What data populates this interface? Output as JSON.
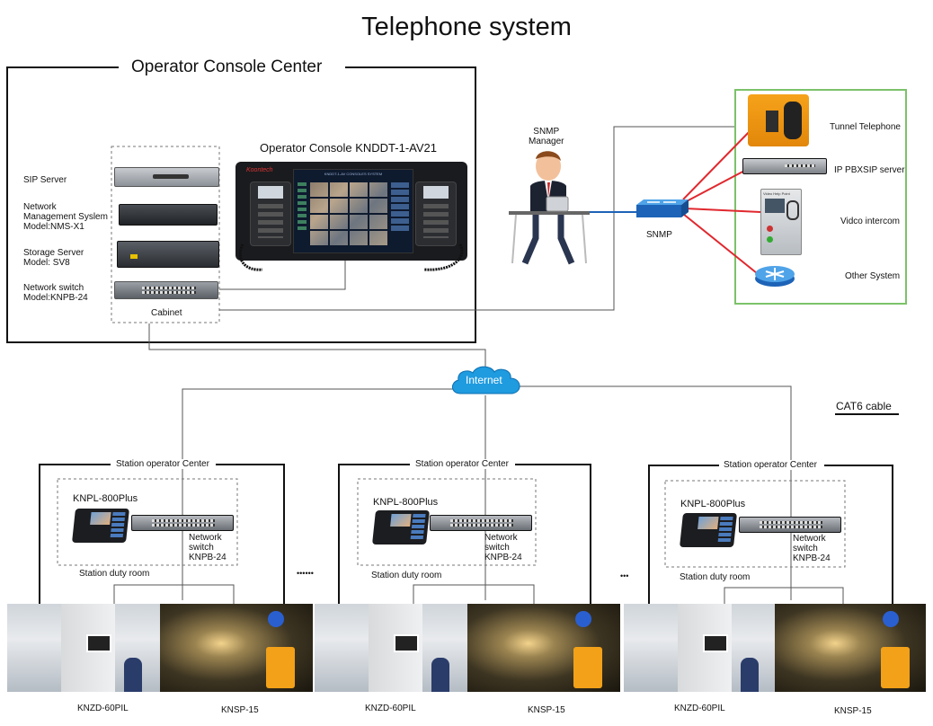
{
  "title": "Telephone system",
  "operator_center": {
    "title": "Operator Console Center",
    "cabinet_label": "Cabinet",
    "devices": [
      {
        "label": "SIP Server"
      },
      {
        "label": "Network\nManagement Syslem\nModel:NMS-X1"
      },
      {
        "label": "Storage Server\nModel: SV8"
      },
      {
        "label": "Network switch\nModel:KNPB-24"
      }
    ],
    "console": {
      "title": "Operator Console KNDDT-1-AV21",
      "screen_caption": "KNDDT-1-AV CONSOLES SYSTEM",
      "brand": "Koontech"
    }
  },
  "snmp": {
    "manager_label": "SNMP\nManager",
    "switch_label": "SNMP"
  },
  "external_systems": [
    {
      "label": "Tunnel Telephone",
      "icon": "tunnel-telephone-icon"
    },
    {
      "label": "IP PBXSIP server",
      "icon": "pbx-server-icon"
    },
    {
      "label": "Vidco intercom",
      "icon": "video-intercom-icon",
      "panel_text": "Video Help Point"
    },
    {
      "label": "Other System",
      "icon": "router-icon"
    }
  ],
  "internet_label": "Internet",
  "legend": {
    "cable_label": "CAT6 cable"
  },
  "stations": [
    {
      "title": "Station operator Center",
      "phone_label": "KNPL-800Plus",
      "switch_label": "Network\nswitch\nKNPB-24",
      "room_label": "Station duty room",
      "left_device": "KNZD-60PIL",
      "right_device": "KNSP-15"
    },
    {
      "title": "Station operator Center",
      "phone_label": "KNPL-800Plus",
      "switch_label": "Network\nswitch\nKNPB-24",
      "room_label": "Station duty room",
      "left_device": "KNZD-60PIL",
      "right_device": "KNSP-15"
    },
    {
      "title": "Station operator Center",
      "phone_label": "KNPL-800Plus",
      "switch_label": "Network\nswitch\nKNPB-24",
      "room_label": "Station duty room",
      "left_device": "KNZD-60PIL",
      "right_device": "KNSP-15"
    }
  ],
  "separators": [
    "••••••",
    "•••"
  ],
  "colors": {
    "red_link": "#e0282e",
    "blue_link": "#1d63b7",
    "green_border": "#7cc26a",
    "cloud": "#1f9be0"
  }
}
